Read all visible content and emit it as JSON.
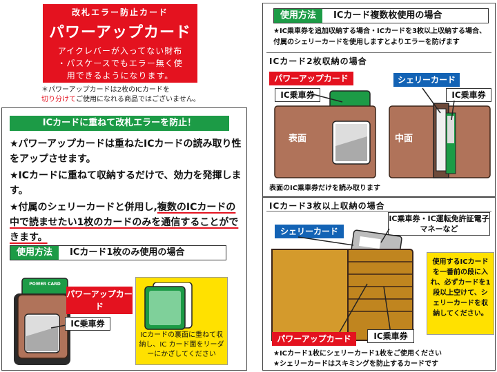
{
  "header": {
    "line1": "改札エラー防止カード",
    "line2": "パワーアップカード",
    "line3": "アイクレバーが入ってない財布",
    "line4": "・パスケースでもエラー無く使",
    "line5": "用できるようになります。"
  },
  "note1": {
    "line1": "＊パワーアップカードは2枚のICカードを",
    "line2_red": "切り分けて",
    "line2_rest": "ご使用になれる商品ではございません。"
  },
  "left": {
    "title": "ICカードに重ねて改札エラーを防止！",
    "b1": "★パワーアップカードは重ねたICカードの読み取り性をアップさせます。",
    "b2": "★ICカードに重ねて収納するだけで、効力を発揮します。",
    "b3a": "★付属のシェリーカードと併用し,",
    "b3b": "複数のICカードの中で読ませたい1枚のカードのみを通信することができます。",
    "usage_tag": "使用方法",
    "usage_text": "ICカード1枚のみ使用の場合",
    "powerup_label": "パワーアップカード",
    "ic_label": "IC乗車券",
    "card_logo": "POWER CARD",
    "yellow_text": "ICカードの裏面に重ねて収納し、IC カード面をリーダーにかざしてください"
  },
  "right": {
    "usage_tag": "使用方法",
    "usage_text": "ICカード複数枚使用の場合",
    "note": "★IC乗車券を追加収納する場合・ICカードを3枚以上収納する場合、付属のシェリーカードを使用しますとよりエラーを防げます",
    "sec1_title": "ICカード2枚収納の場合",
    "powerup_label": "パワーアップカード",
    "shelly_label": "シェリーカード",
    "ic_label": "IC乗車券",
    "front": "表面",
    "middle": "中面",
    "sec1_note": "表面のIC乗車券だけを読み取ります",
    "sec2_title": "ICカード3枚以上収納の場合",
    "shelly_label2": "シェリーカード",
    "ic_label2": "IC乗車券・IC運転免許証電子マネーなど",
    "yellow_text": "使用するICカードを一番前の段に入れ、必ずカードを1段以上空けて、シェリーカードを収納してください。",
    "powerup_label2": "パワーアップカード",
    "ic_label3": "IC乗車券",
    "bottom1": "★ICカード1枚にシェリーカード1枚をご使用ください",
    "bottom2": "★シェリーカードはスキミングを防止するカードです"
  }
}
